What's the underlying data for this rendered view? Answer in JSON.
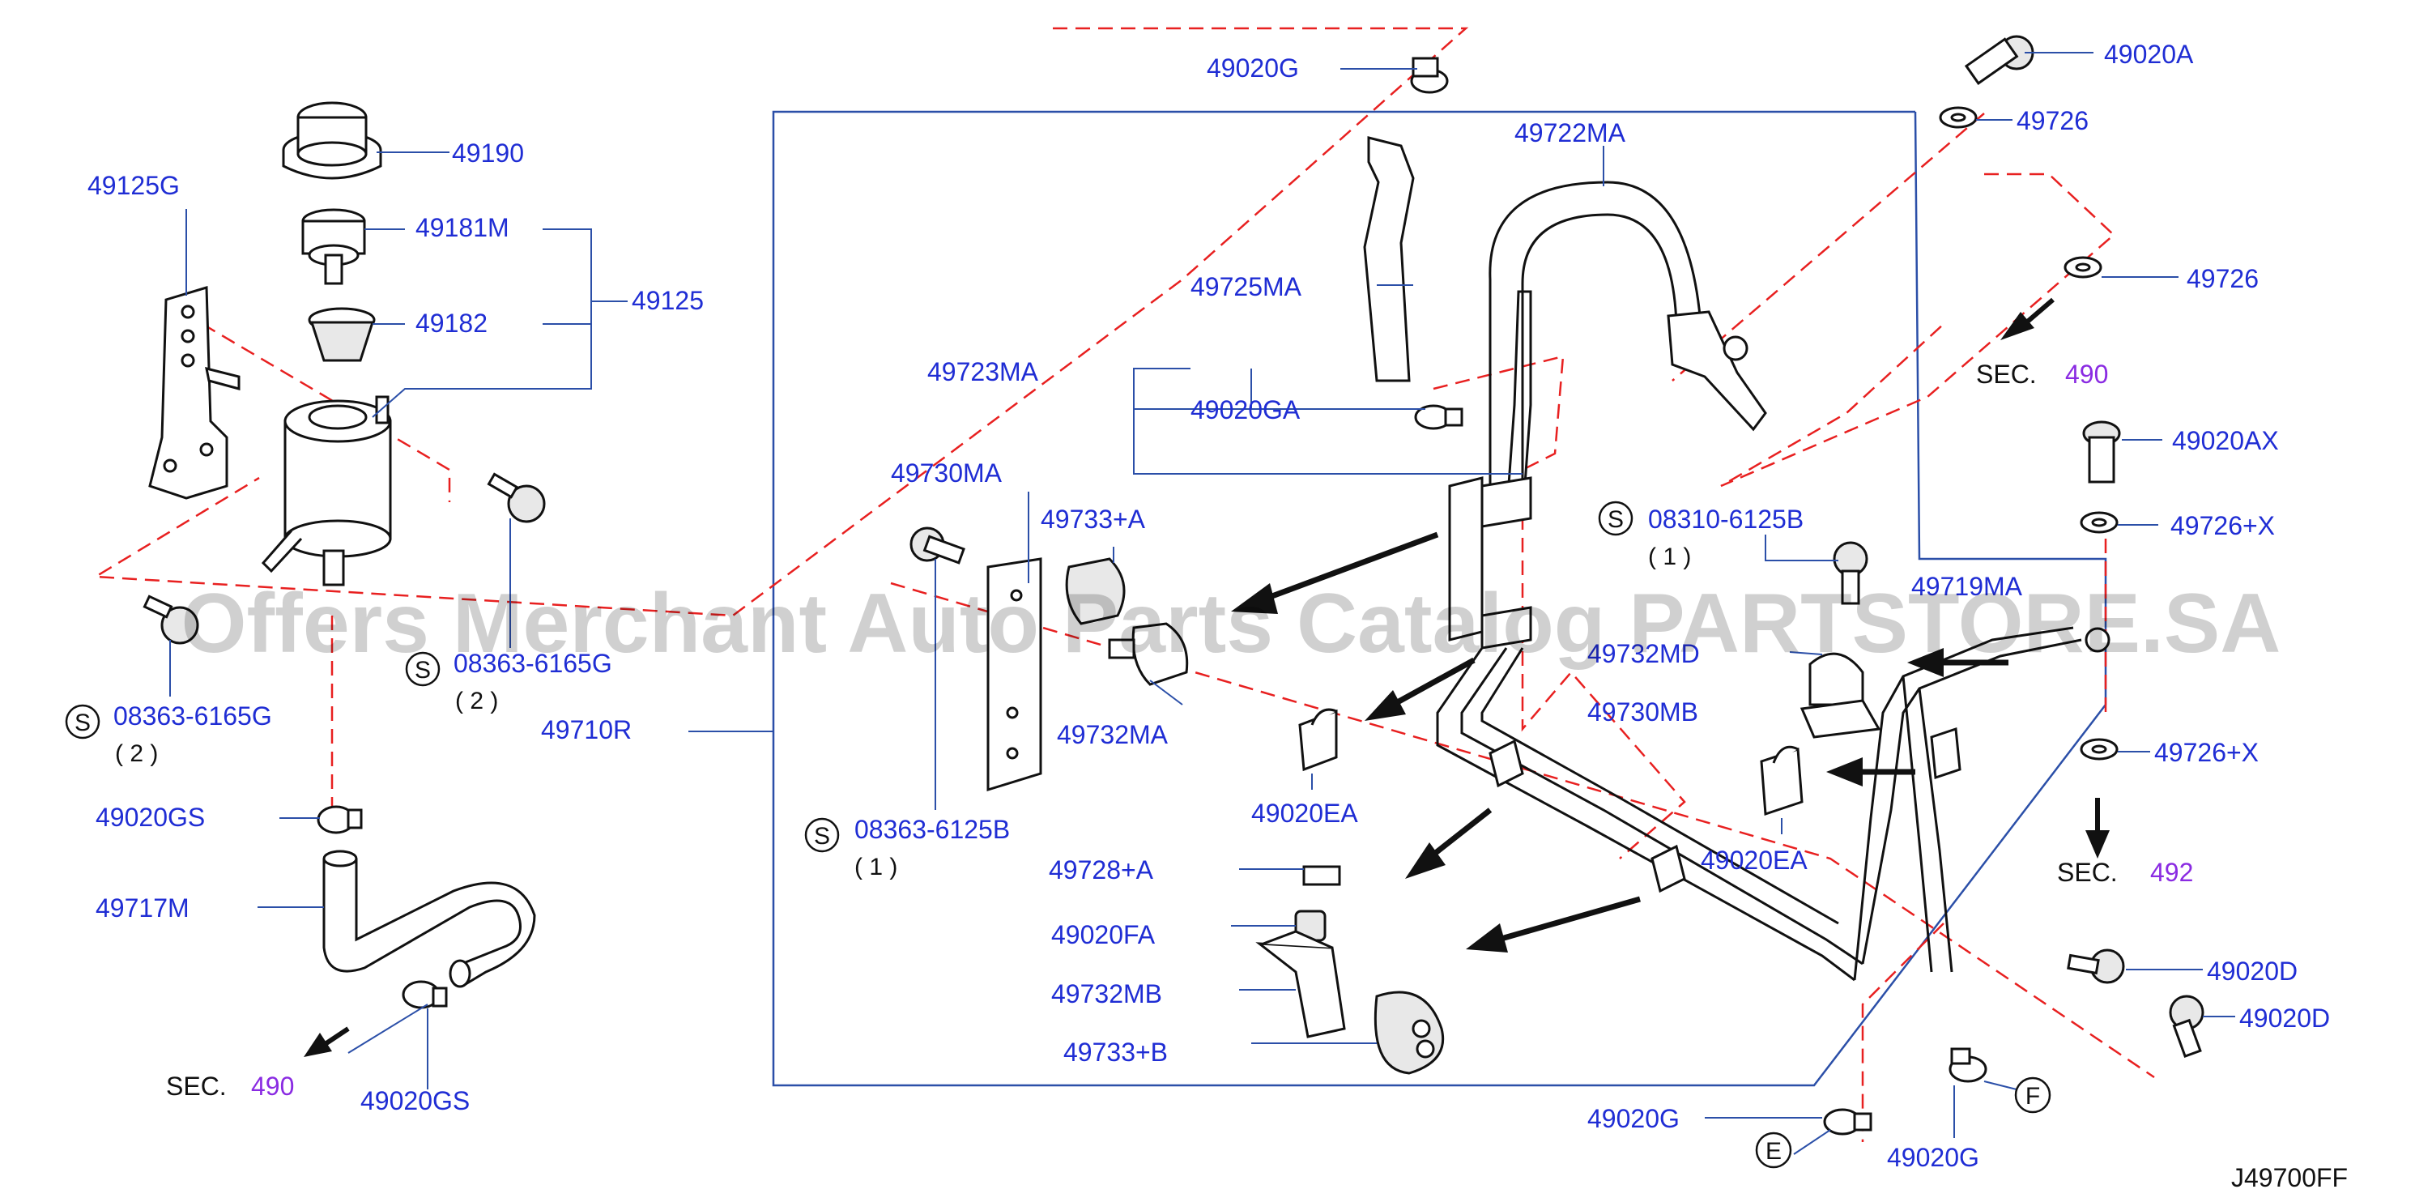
{
  "watermark": "Offers Merchant Auto Parts Catalog PARTSTORE.SA",
  "diagram_code": "J49700FF",
  "screw_symbol": "S",
  "sec_label": "SEC.",
  "sec_refs": {
    "left": "490",
    "right_top": "490",
    "right_bottom": "492"
  },
  "view_markers": {
    "e": "E",
    "f": "F"
  },
  "labels": {
    "p49190": "49190",
    "p49181m": "49181M",
    "p49182": "49182",
    "p49125": "49125",
    "p49125g": "49125G",
    "p08363_6165g_a": "08363-6165G",
    "p08363_6165g_b": "08363-6165G",
    "p49020gs_a": "49020GS",
    "p49717m": "49717M",
    "p49020gs_b": "49020GS",
    "p49710r": "49710R",
    "p49020g_top": "49020G",
    "p49722ma": "49722MA",
    "p49725ma": "49725MA",
    "p49723ma": "49723MA",
    "p49020ga": "49020GA",
    "p49730ma": "49730MA",
    "p49733a": "49733+A",
    "p49732ma": "49732MA",
    "p08363_6125b": "08363-6125B",
    "p49020ea_a": "49020EA",
    "p49728a": "49728+A",
    "p49020fa": "49020FA",
    "p49732mb": "49732MB",
    "p49733b": "49733+B",
    "p08310_6125b": "08310-6125B",
    "p49732md": "49732MD",
    "p49730mb": "49730MB",
    "p49020ea_b": "49020EA",
    "p49719ma": "49719MA",
    "p49020a": "49020A",
    "p49726_a": "49726",
    "p49726_b": "49726",
    "p49020ax": "49020AX",
    "p49726x_a": "49726+X",
    "p49726x_b": "49726+X",
    "p49020d_a": "49020D",
    "p49020d_b": "49020D",
    "p49020g_bl": "49020G",
    "p49020g_br": "49020G"
  },
  "quantities": {
    "q2a": "( 2 )",
    "q2b": "( 2 )",
    "q1a": "( 1 )",
    "q1b": "( 1 )"
  },
  "colors": {
    "label_blue": "#1f2dd4",
    "sec_purple": "#8a2be2",
    "leader_blue": "#2b4fa8",
    "dashed_red": "#e82020"
  }
}
